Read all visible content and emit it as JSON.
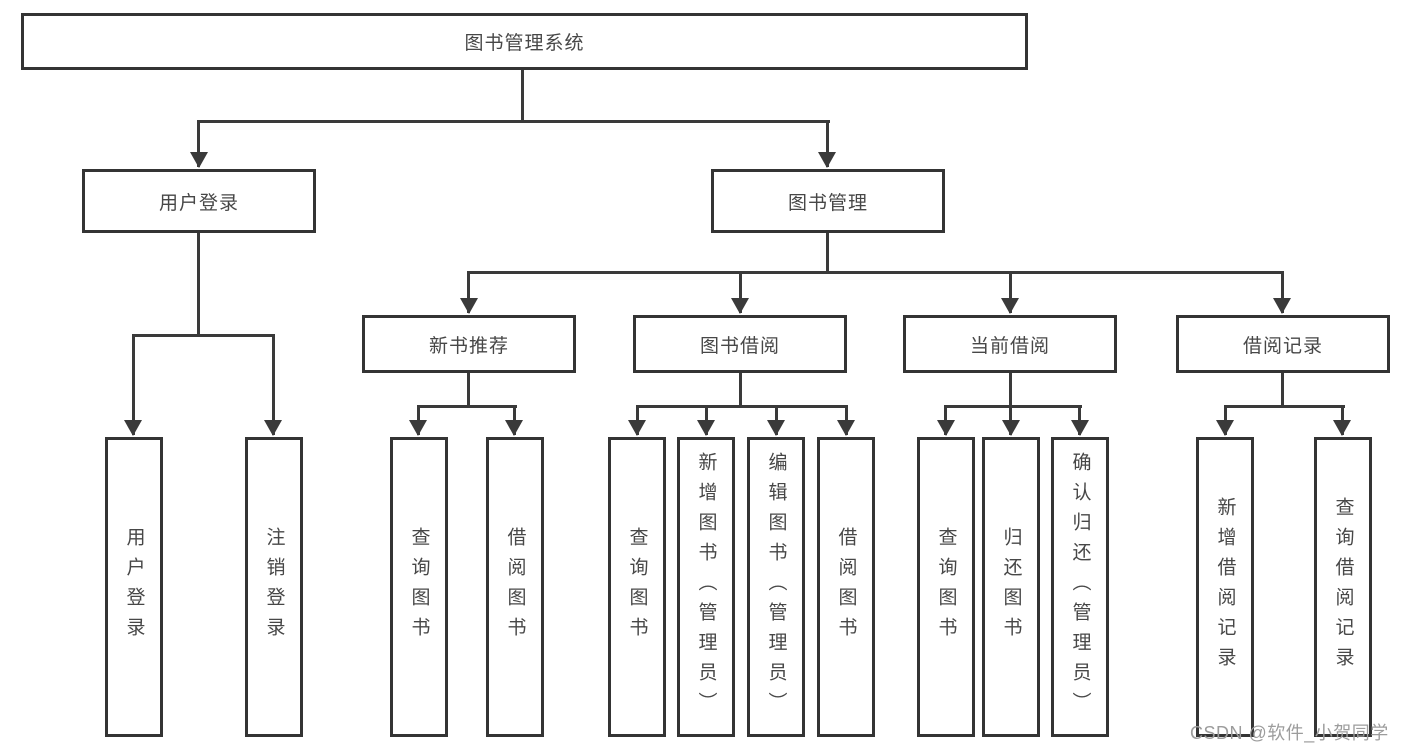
{
  "diagram": {
    "title": "图书管理系统",
    "colors": {
      "line": "#3a3a3a",
      "border": "#343434",
      "text": "#474747",
      "watermark": "#9c9c9c"
    },
    "root": {
      "label": "图书管理系统"
    },
    "branches": {
      "user_login": {
        "label": "用户登录",
        "children": [
          "用户登录",
          "注销登录"
        ]
      },
      "book_management": {
        "label": "图书管理",
        "sections": [
          {
            "label": "新书推荐",
            "children": [
              "查询图书",
              "借阅图书"
            ]
          },
          {
            "label": "图书借阅",
            "children": [
              "查询图书",
              "新增图书（管理员）",
              "编辑图书（管理员）",
              "借阅图书"
            ]
          },
          {
            "label": "当前借阅",
            "children": [
              "查询图书",
              "归还图书",
              "确认归还（管理员）"
            ]
          },
          {
            "label": "借阅记录",
            "children": [
              "新增借阅记录",
              "查询借阅记录"
            ]
          }
        ]
      }
    },
    "watermark": "CSDN @软件_小贺同学"
  }
}
